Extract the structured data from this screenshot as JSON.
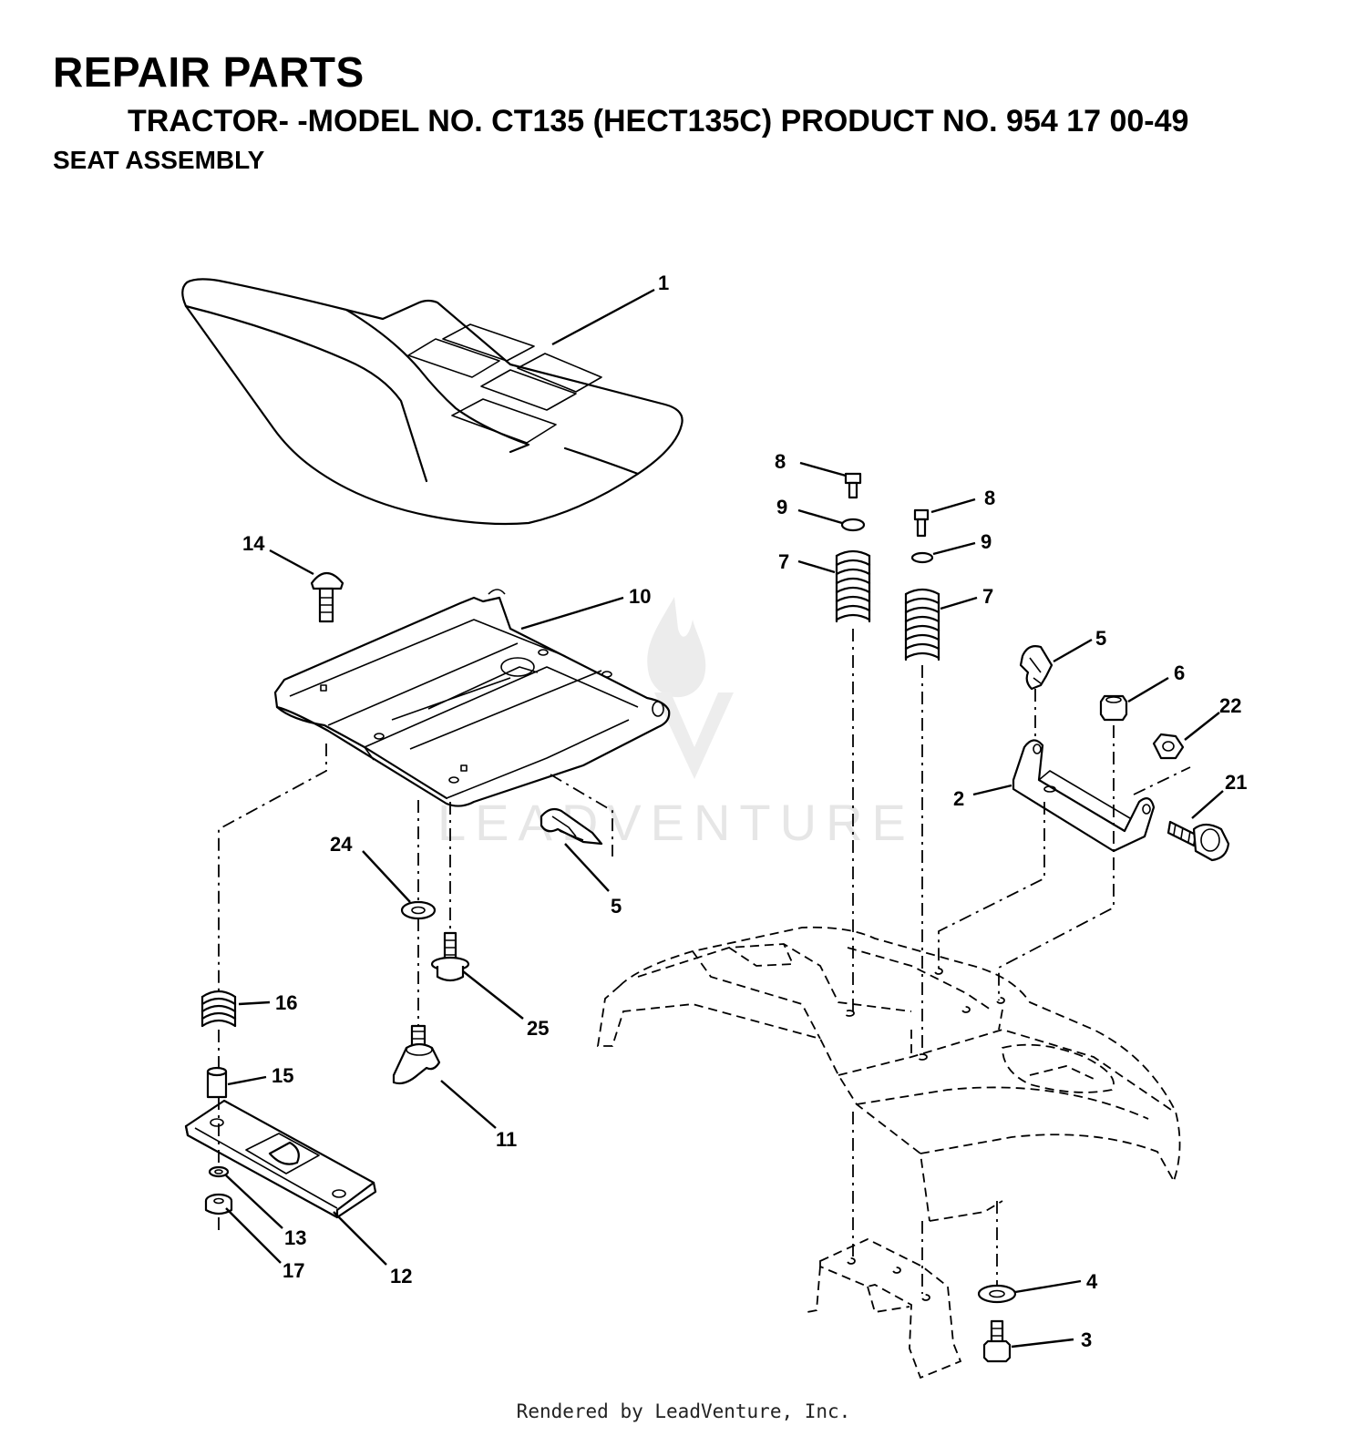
{
  "header": {
    "title": "REPAIR PARTS",
    "subtitle": "TRACTOR- -MODEL NO. CT135 (HECT135C) PRODUCT NO. 954 17 00-49",
    "section": "SEAT ASSEMBLY"
  },
  "callouts": {
    "seat": "1",
    "bracket": "2",
    "bolt_3": "3",
    "washer_4": "4",
    "clip_right": "5",
    "clip_left": "5",
    "nut_6": "6",
    "spring_left": "7",
    "spring_right": "7",
    "bolt_8_left": "8",
    "bolt_8_right": "8",
    "washer_9_left": "9",
    "washer_9_right": "9",
    "seat_pan": "10",
    "knob": "11",
    "slide_plate": "12",
    "washer_13": "13",
    "carriage_bolt": "14",
    "spacer": "15",
    "spring_16": "16",
    "nut_17": "17",
    "bolt_21": "21",
    "nut_22": "22",
    "washer_24": "24",
    "bolt_25": "25"
  },
  "watermark": "LEADVENTURE",
  "footer": "Rendered by LeadVenture, Inc."
}
